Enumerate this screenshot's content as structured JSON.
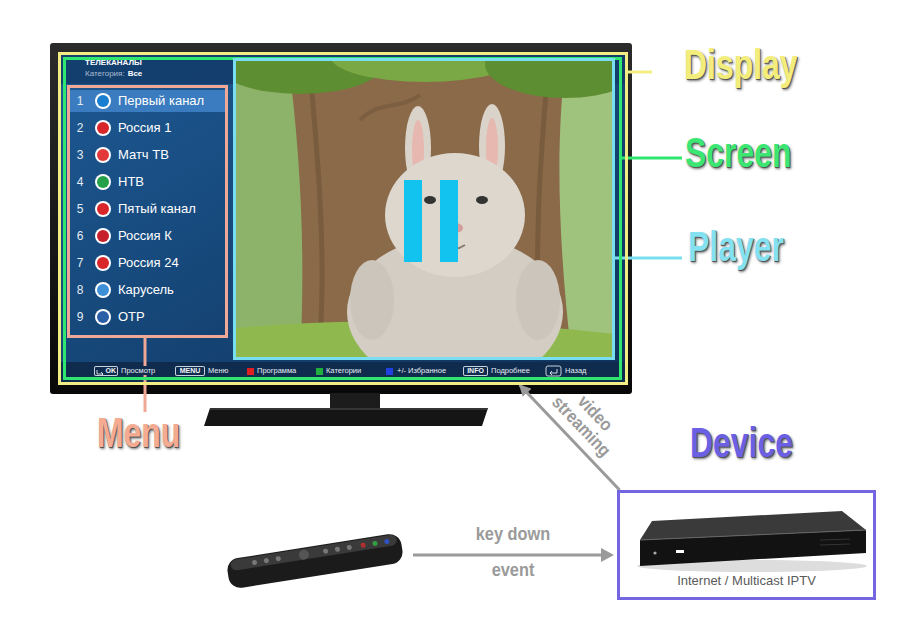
{
  "diagram": {
    "nodes": [
      {
        "text": [
          "Display"
        ]
      },
      {
        "text": [
          "Screen"
        ],
        "in": 0
      },
      {
        "text": [
          "Menu",
          "1",
          "Первый канал",
          "2",
          "Россия 1",
          "3",
          "Матч ТВ",
          "4",
          "НТВ",
          "5",
          "Пятый канал",
          "6",
          "Россия К",
          "7",
          "Россия 24",
          "8",
          "Карусель",
          "9",
          "ОТР"
        ],
        "in": 1
      },
      {
        "text": [
          "Player"
        ],
        "in": 1
      },
      {
        "text": [
          "OK"
        ],
        "in": 1
      },
      {
        "text": [
          "MENU"
        ],
        "in": 1
      },
      {
        "text": [
          "INFO"
        ],
        "in": 1
      },
      {
        "text": [
          "Device",
          "Internet / Multicast IPTV"
        ]
      }
    ],
    "edges": [
      {
        "from": 7,
        "to": 0,
        "arrow": "to",
        "label": "video streaming"
      }
    ],
    "labels": [
      "ТЕЛЕКАНАЛЫ",
      "Категория:",
      "Все",
      "Просмотр",
      "Меню",
      "Программа",
      "Категории",
      "+/- Избранное",
      "Подробнее",
      "Назад",
      "key down",
      "event"
    ]
  }
}
